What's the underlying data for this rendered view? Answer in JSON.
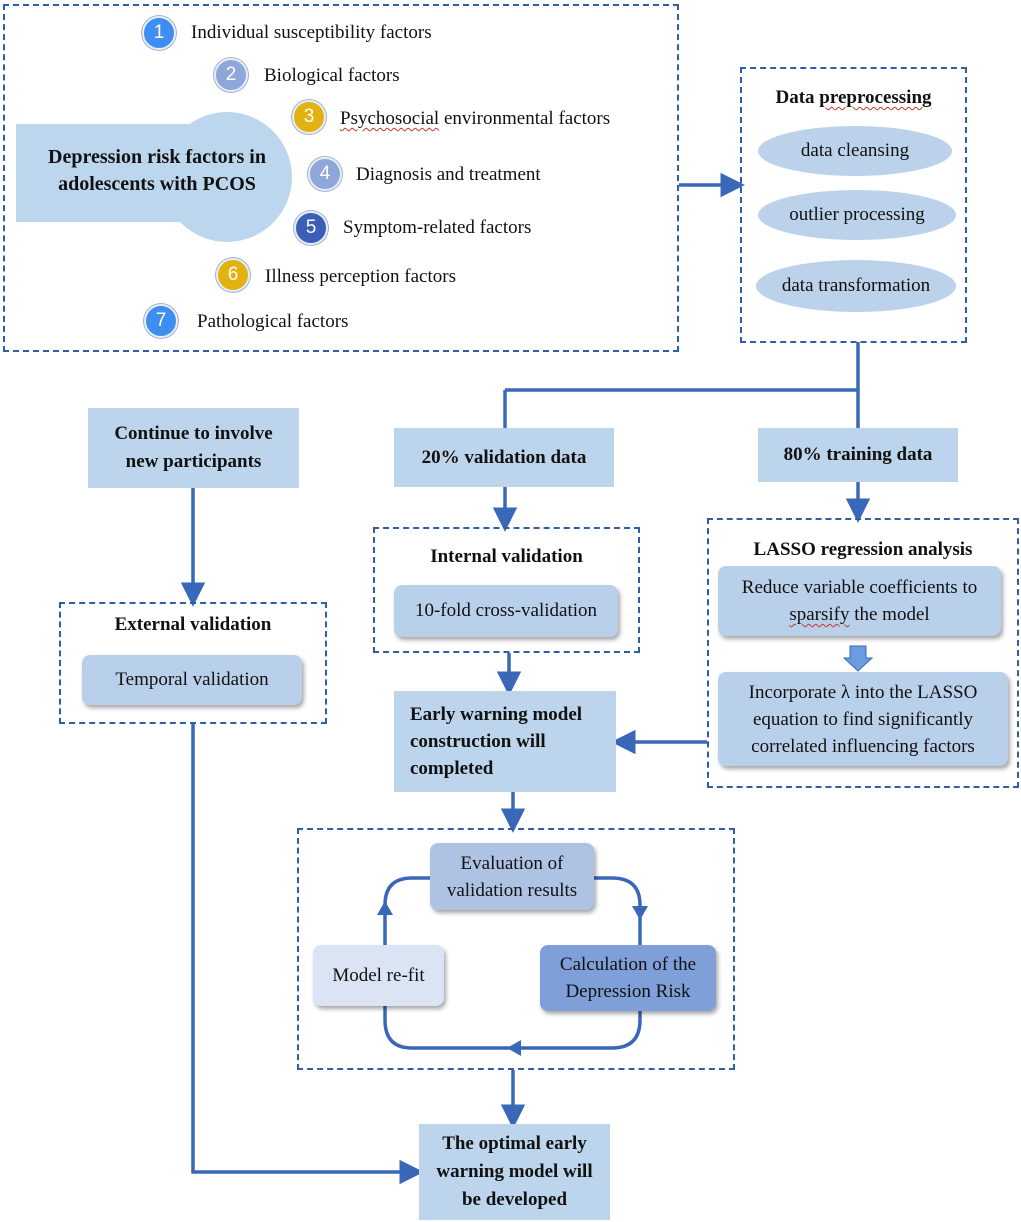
{
  "colors": {
    "line": "#3a68b8",
    "box_fill": "#bcd4ec",
    "num_blue": "#3d8ef0",
    "num_lavender": "#8ea7d8",
    "num_gold": "#e3b211",
    "num_navy": "#3b5fb6"
  },
  "risk_factors": {
    "center_label": "Depression risk factors in adolescents with PCOS",
    "items": [
      {
        "num": "1",
        "label": "Individual susceptibility factors",
        "color": "#3d8ef0"
      },
      {
        "num": "2",
        "label": "Biological factors",
        "color": "#8ea7d8"
      },
      {
        "num": "3",
        "label": "Psychosocial environmental factors",
        "color": "#e3b211"
      },
      {
        "num": "4",
        "label": "Diagnosis and treatment",
        "color": "#8ea7d8"
      },
      {
        "num": "5",
        "label": "Symptom-related factors",
        "color": "#3b5fb6"
      },
      {
        "num": "6",
        "label": "Illness perception factors",
        "color": "#e3b211"
      },
      {
        "num": "7",
        "label": "Pathological factors",
        "color": "#3d8ef0"
      }
    ]
  },
  "preprocessing": {
    "title": "Data preprocessing",
    "steps": [
      "data cleansing",
      "outlier processing",
      "data transformation"
    ]
  },
  "split": {
    "validation": "20% validation data",
    "training": "80% training data"
  },
  "new_participants": "Continue to involve new participants",
  "external": {
    "title": "External validation",
    "item": "Temporal validation"
  },
  "internal": {
    "title": "Internal validation",
    "item": "10-fold cross-validation"
  },
  "lasso": {
    "title": "LASSO regression analysis",
    "step1": "Reduce variable coefficients to sparsify the model",
    "step2": "Incorporate λ into the LASSO equation to find significantly correlated influencing factors"
  },
  "construction": "Early warning model construction will completed",
  "cycle": {
    "evaluation": "Evaluation of validation results",
    "calculation": "Calculation of the Depression Risk",
    "refit": "Model re-fit"
  },
  "final": "The optimal early warning model will be developed"
}
